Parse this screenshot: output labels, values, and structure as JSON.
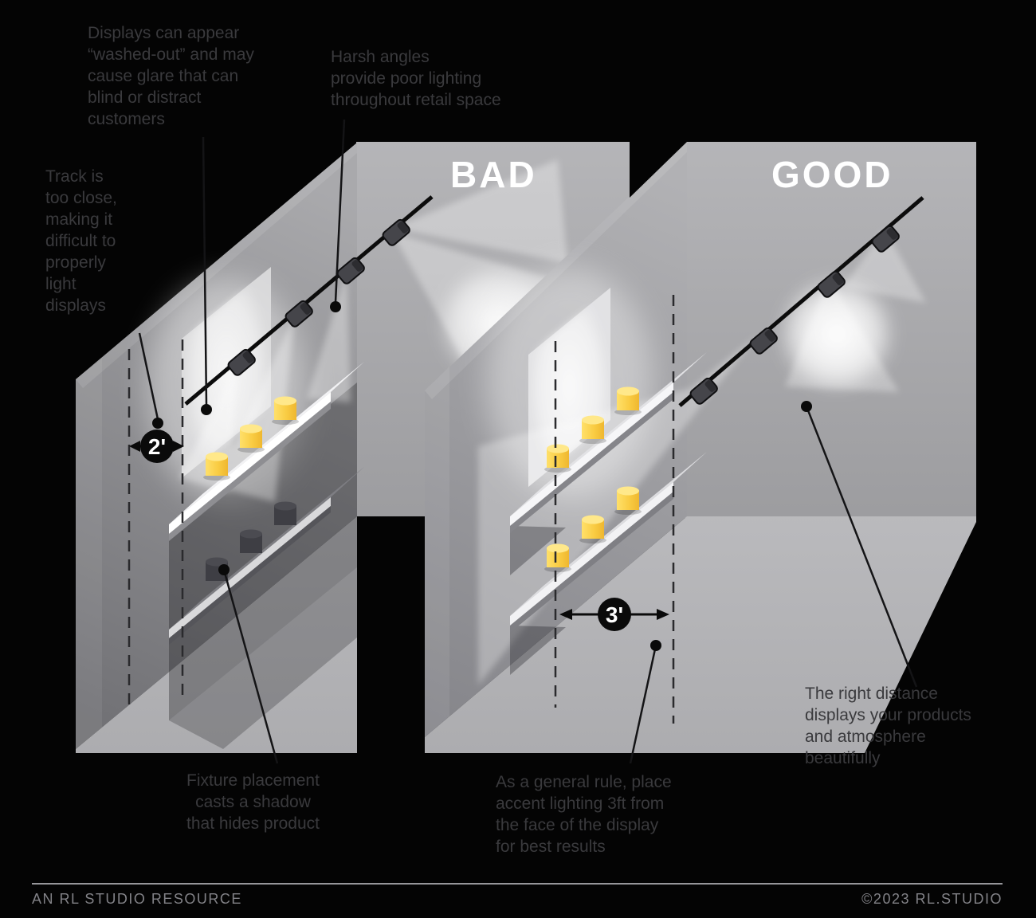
{
  "rooms": {
    "bad": {
      "label": "BAD",
      "measurement": "2'"
    },
    "good": {
      "label": "GOOD",
      "measurement": "3'"
    }
  },
  "annotations": {
    "displays": "Displays can appear\n“washed-out” and may\ncause glare that can\nblind or distract\ncustomers",
    "harsh": "Harsh angles\nprovide poor lighting\nthroughout retail space",
    "track": "Track is\ntoo close,\nmaking it\ndifficult to\nproperly\nlight\ndisplays",
    "fixture": "Fixture placement\ncasts a shadow\nthat hides product",
    "rule": "As a general rule, place\naccent lighting 3ft from\nthe face of the display\nfor best results",
    "distance": "The right distance\ndisplays your products\nand atmosphere\nbeautifully"
  },
  "footer": {
    "left": "AN RL STUDIO RESOURCE",
    "right": "©2023 RL.STUDIO"
  },
  "colors": {
    "background": "#040404",
    "wall": "#a6a6a9",
    "floor": "#b4b4b7",
    "shelf": "#f4f4f6",
    "product_yellow": "#f7c93f",
    "title_text": "#ffffff",
    "annotation_text": "#3a3a3d",
    "footer_text": "#828287"
  }
}
